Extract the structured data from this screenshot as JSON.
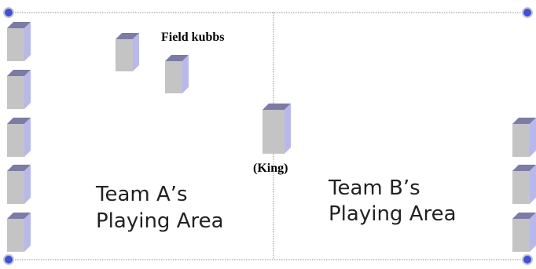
{
  "labels": {
    "field_kubbs": "Field kubbs",
    "king": "(King)",
    "team_a": {
      "line1": "Team A’s",
      "line2": "Playing Area"
    },
    "team_b": {
      "line1": "Team B’s",
      "line2": "Playing Area"
    }
  },
  "colors": {
    "block_front": "#c4c4c4",
    "block_top": "#7b7ba6",
    "block_side": "#b8b8ec",
    "corner_marker_fill": "#3f51d6",
    "corner_marker_stroke": "#c8c8d0",
    "boundary_line": "#8a8a8a"
  },
  "icons": {
    "kubb": "kubb-block-icon",
    "king": "king-block-icon",
    "corner": "corner-stake-icon"
  }
}
